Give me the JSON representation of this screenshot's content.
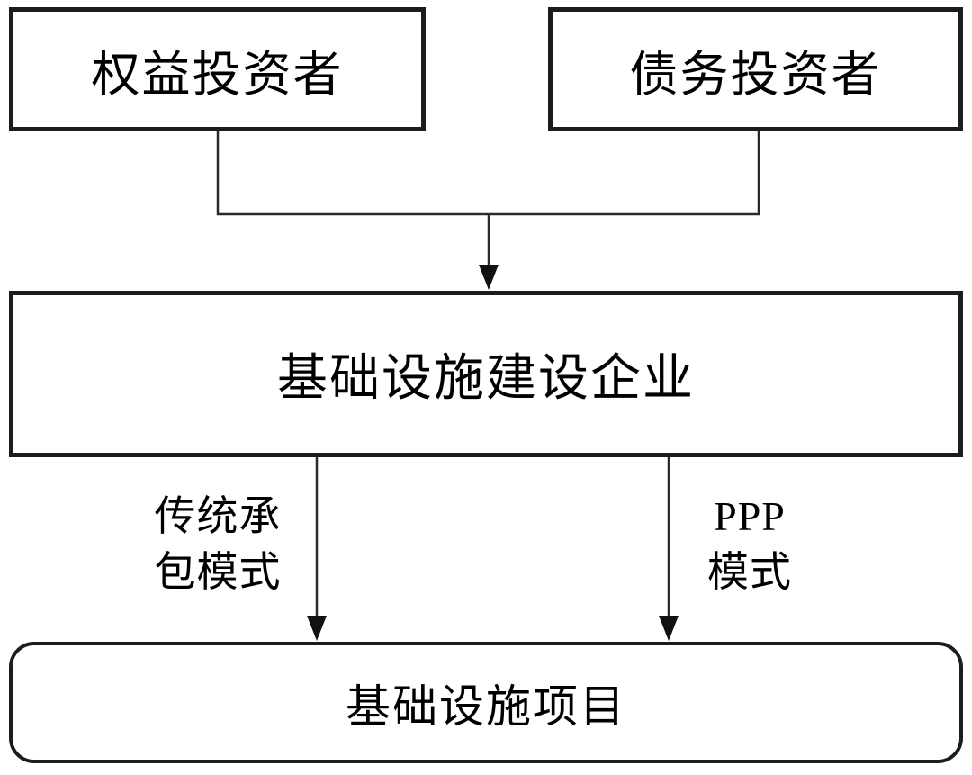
{
  "diagram": {
    "nodes": {
      "equity_investor": {
        "label": "权益投资者"
      },
      "debt_investor": {
        "label": "债务投资者"
      },
      "enterprise": {
        "label": "基础设施建设企业"
      },
      "project": {
        "label": "基础设施项目"
      }
    },
    "edge_labels": {
      "traditional_mode": {
        "line1": "传统承",
        "line2": "包模式"
      },
      "ppp_mode": {
        "line1": "PPP",
        "line2": "模式"
      }
    },
    "colors": {
      "line": "#2a2a2a",
      "border": "#1c1c1c",
      "text": "#000000",
      "background": "#ffffff"
    }
  }
}
